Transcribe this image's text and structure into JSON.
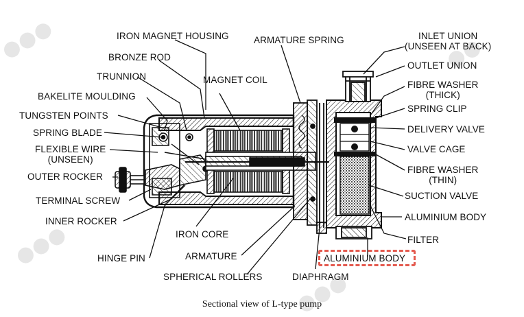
{
  "labels": {
    "iron_magnet_housing": "IRON MAGNET HOUSING",
    "armature_spring": "ARMATURE SPRING",
    "inlet_union_1": "INLET UNION",
    "inlet_union_2": "(UNSEEN AT BACK)",
    "bronze_rod": "BRONZE ROD",
    "outlet_union": "OUTLET UNION",
    "trunnion": "TRUNNION",
    "magnet_coil": "MAGNET COIL",
    "fibre_washer_thick_1": "FIBRE WASHER",
    "fibre_washer_thick_2": "(THICK)",
    "bakelite_moulding": "BAKELITE MOULDING",
    "spring_clip": "SPRING CLIP",
    "tungsten_points": "TUNGSTEN POINTS",
    "delivery_valve": "DELIVERY VALVE",
    "spring_blade": "SPRING BLADE",
    "flexible_wire_1": "FLEXIBLE WIRE",
    "flexible_wire_2": "(UNSEEN)",
    "valve_cage": "VALVE CAGE",
    "fibre_washer_thin_1": "FIBRE WASHER",
    "fibre_washer_thin_2": "(THIN)",
    "outer_rocker": "OUTER ROCKER",
    "suction_valve": "SUCTION  VALVE",
    "terminal_screw": "TERMINAL SCREW",
    "aluminium_body_right": "ALUMINIUM BODY",
    "inner_rocker": "INNER ROCKER",
    "iron_core": "IRON CORE",
    "filter": "FILTER",
    "hinge_pin": "HINGE PIN",
    "armature": "ARMATURE",
    "aluminium_body_bottom": "ALUMINIUM BODY",
    "spherical_rollers": "SPHERICAL ROLLERS",
    "diaphragm": "DIAPHRAGM"
  },
  "caption": "Sectional view of L-type pump",
  "colors": {
    "line": "#111111",
    "highlight": "#e45a4f",
    "watermark": "#e6e6e6"
  }
}
